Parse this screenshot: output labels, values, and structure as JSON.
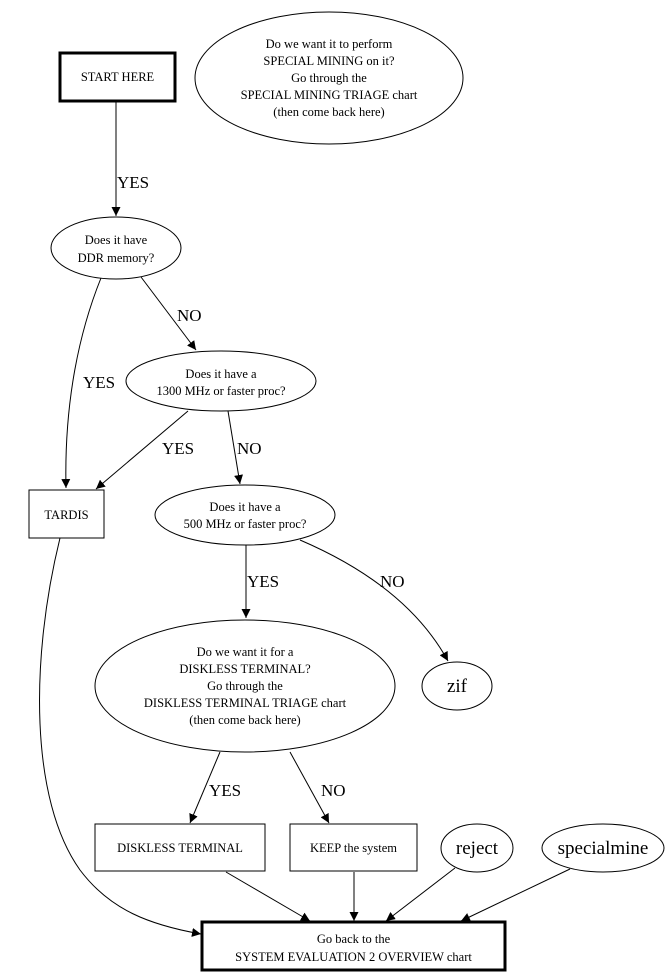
{
  "diagram": {
    "colors": {
      "stroke": "#000000",
      "background": "#ffffff",
      "text": "#000000"
    },
    "nodes": {
      "start": {
        "shape": "box",
        "bold": true,
        "lines": [
          "START HERE"
        ]
      },
      "special_mining_q": {
        "shape": "ellipse",
        "lines": [
          "Do we want it to perform",
          "SPECIAL MINING on it?",
          "Go through the",
          "SPECIAL MINING TRIAGE chart",
          "(then come back here)"
        ]
      },
      "ddr_q": {
        "shape": "ellipse",
        "lines": [
          "Does it have",
          "DDR memory?"
        ]
      },
      "proc1300_q": {
        "shape": "ellipse",
        "lines": [
          "Does it have a",
          "1300 MHz or faster proc?"
        ]
      },
      "tardis": {
        "shape": "box",
        "lines": [
          "TARDIS"
        ]
      },
      "proc500_q": {
        "shape": "ellipse",
        "lines": [
          "Does it have a",
          "500 MHz or faster proc?"
        ]
      },
      "diskless_q": {
        "shape": "ellipse",
        "lines": [
          "Do we want it for a",
          "DISKLESS TERMINAL?",
          "Go through the",
          "DISKLESS TERMINAL TRIAGE chart",
          "(then come back here)"
        ]
      },
      "zif": {
        "shape": "ellipse",
        "lines": [
          "zif"
        ]
      },
      "diskless_terminal": {
        "shape": "box",
        "lines": [
          "DISKLESS TERMINAL"
        ]
      },
      "keep": {
        "shape": "box",
        "lines": [
          "KEEP the system"
        ]
      },
      "reject": {
        "shape": "ellipse",
        "lines": [
          "reject"
        ]
      },
      "specialmine": {
        "shape": "ellipse",
        "lines": [
          "specialmine"
        ]
      },
      "go_back": {
        "shape": "box",
        "bold": true,
        "lines": [
          "Go back to the",
          "SYSTEM EVALUATION 2 OVERVIEW chart"
        ]
      }
    },
    "edges": [
      {
        "from": "start",
        "to": "ddr_q",
        "label": "YES"
      },
      {
        "from": "ddr_q",
        "to": "tardis",
        "label": "YES"
      },
      {
        "from": "ddr_q",
        "to": "proc1300_q",
        "label": "NO"
      },
      {
        "from": "proc1300_q",
        "to": "tardis",
        "label": "YES"
      },
      {
        "from": "proc1300_q",
        "to": "proc500_q",
        "label": "NO"
      },
      {
        "from": "proc500_q",
        "to": "diskless_q",
        "label": "YES"
      },
      {
        "from": "proc500_q",
        "to": "zif",
        "label": "NO"
      },
      {
        "from": "diskless_q",
        "to": "diskless_terminal",
        "label": "YES"
      },
      {
        "from": "diskless_q",
        "to": "keep",
        "label": "NO"
      },
      {
        "from": "tardis",
        "to": "go_back",
        "label": ""
      },
      {
        "from": "diskless_terminal",
        "to": "go_back",
        "label": ""
      },
      {
        "from": "keep",
        "to": "go_back",
        "label": ""
      },
      {
        "from": "reject",
        "to": "go_back",
        "label": ""
      },
      {
        "from": "specialmine",
        "to": "go_back",
        "label": ""
      }
    ]
  }
}
